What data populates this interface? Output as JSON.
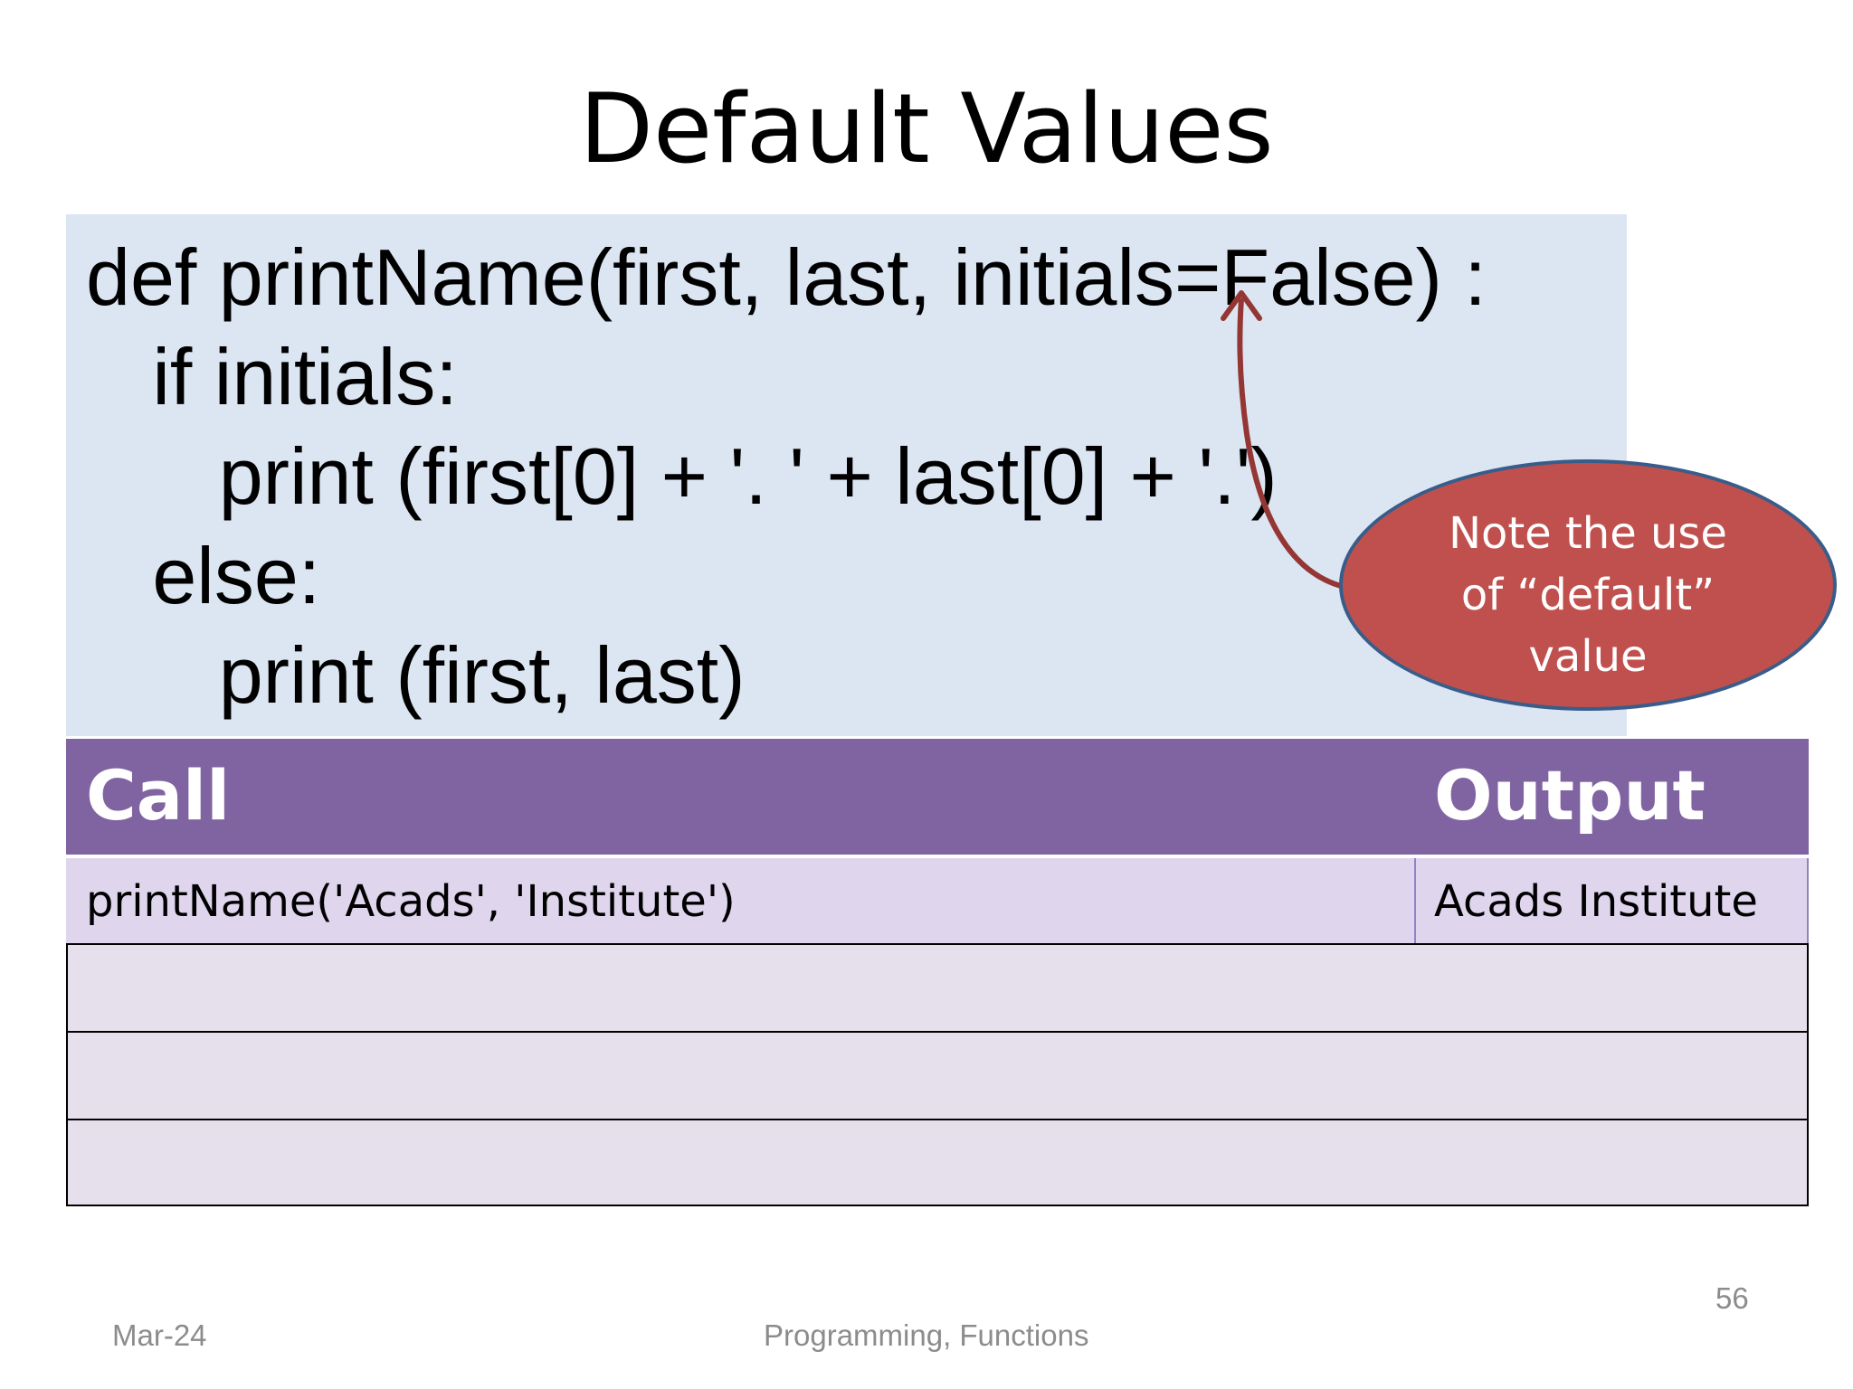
{
  "slide": {
    "title": "Default Values",
    "code": {
      "lines": [
        "def printName(first, last, initials=False) :",
        "   if initials:",
        "      print (first[0] + '. ' + last[0] + '.')",
        "   else:",
        "      print (first, last)"
      ]
    },
    "table": {
      "headers": [
        "Call",
        "Output"
      ],
      "rows": [
        [
          "printName('Acads', 'Institute')",
          "Acads Institute"
        ]
      ],
      "blank_rows": 3
    },
    "callout": {
      "text": "Note the use\nof  “default”\nvalue"
    },
    "footer": {
      "date": "Mar-24",
      "topic": "Programming, Functions",
      "page_number": "56"
    },
    "colors": {
      "code_background": "#dce6f2",
      "table_header": "#8064a2",
      "table_row": "#dfd6ee",
      "blank_rows": "#e6e0ec",
      "callout_fill": "#c0504d",
      "callout_border": "#385d8a",
      "arrow": "#943634",
      "footer_text": "#8c8c8c"
    }
  }
}
